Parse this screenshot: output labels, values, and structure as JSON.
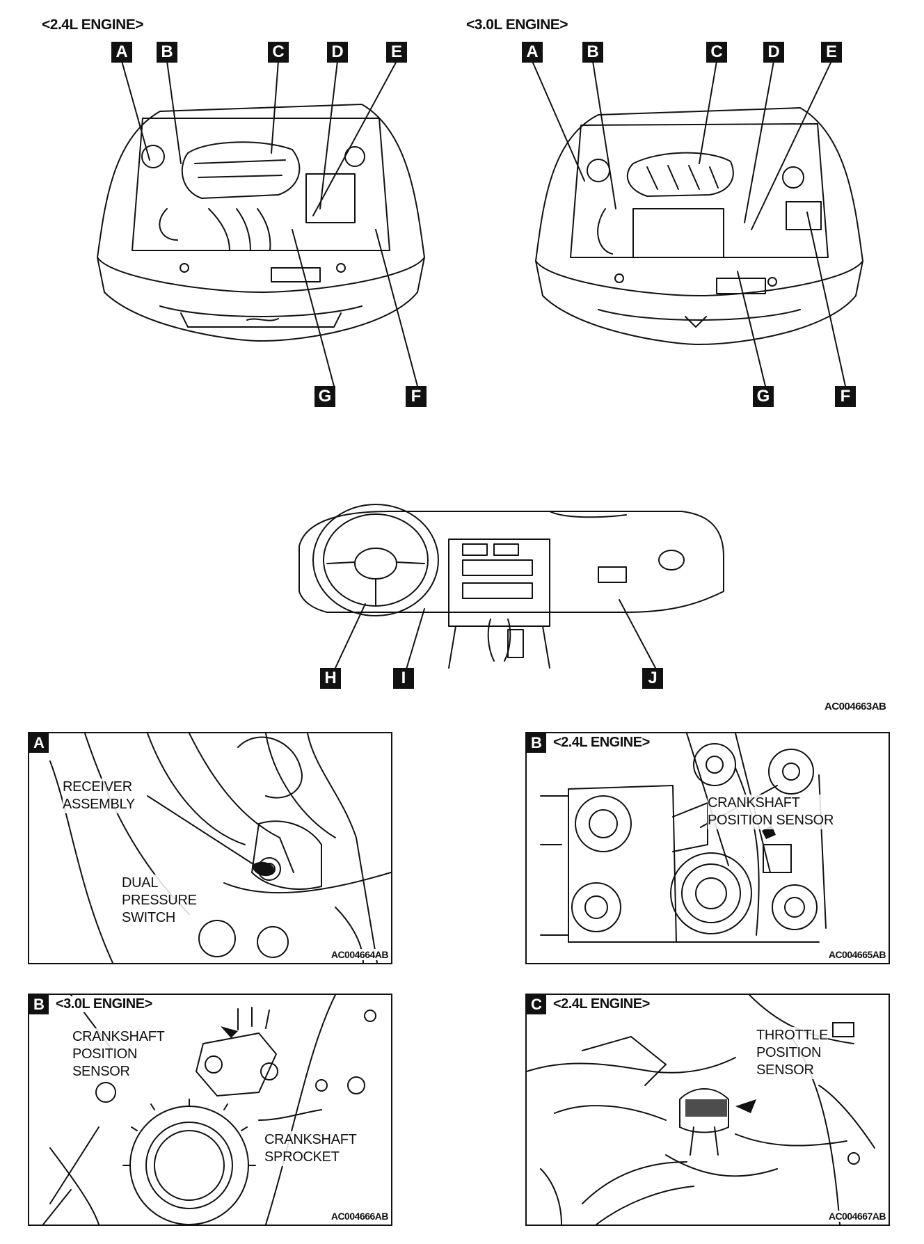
{
  "engine_views": {
    "left_title": "<2.4L ENGINE>",
    "right_title": "<3.0L ENGINE>",
    "markers": [
      "A",
      "B",
      "C",
      "D",
      "E",
      "F",
      "G"
    ]
  },
  "dash_markers": [
    "H",
    "I",
    "J"
  ],
  "overview_ref": "AC004663AB",
  "panels": {
    "a": {
      "tag": "A",
      "label1": "RECEIVER\nASSEMBLY",
      "label2": "DUAL\nPRESSURE\nSWITCH",
      "ref": "AC004664AB"
    },
    "b1": {
      "tag": "B",
      "sub": "<2.4L ENGINE>",
      "label1": "CRANKSHAFT\nPOSITION SENSOR",
      "ref": "AC004665AB"
    },
    "b2": {
      "tag": "B",
      "sub": "<3.0L ENGINE>",
      "label1": "CRANKSHAFT\nPOSITION\nSENSOR",
      "label2": "CRANKSHAFT\nSPROCKET",
      "ref": "AC004666AB"
    },
    "c": {
      "tag": "C",
      "sub": "<2.4L ENGINE>",
      "label1": "THROTTLE\nPOSITION\nSENSOR",
      "ref": "AC004667AB"
    }
  }
}
